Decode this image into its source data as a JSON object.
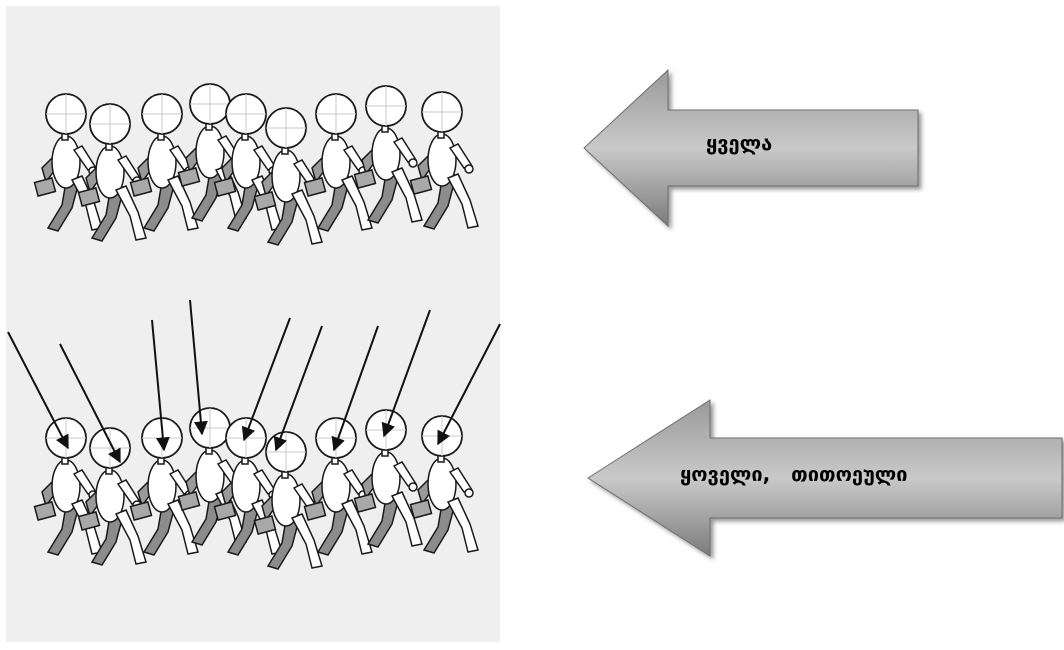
{
  "labels": {
    "collective": "ყველა",
    "individual": "ყოველი,   თითოეული"
  },
  "colors": {
    "panel_bg": "#efefef",
    "arrow_fill_light": "#bdbdbd",
    "arrow_fill_dark": "#8a8a8a",
    "figure_fill": "#ffffff",
    "figure_shadow": "#8c8c8c",
    "stroke": "#1a1a1a"
  },
  "figures": {
    "count_per_row": 9
  }
}
